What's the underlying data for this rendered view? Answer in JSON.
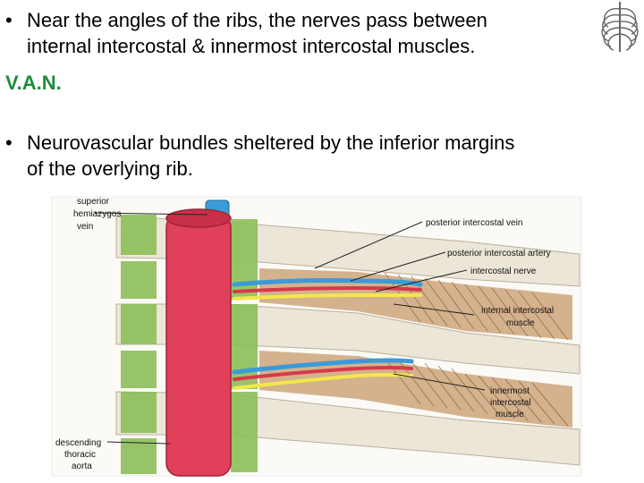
{
  "slide": {
    "bullet1": "Near the angles of the ribs, the nerves pass between internal intercostal & innermost intercostal muscles.",
    "bullet1_line1": "Near the angles of the ribs, the nerves pass between",
    "bullet1_line2": "internal intercostal & innermost intercostal muscles.",
    "van": "V.A.N.",
    "bullet2_line1": "Neurovascular bundles sheltered by the inferior margins",
    "bullet2_line2": "of the overlying rib.",
    "bullet_glyph": "•"
  },
  "diagram": {
    "labels": {
      "superior_hemiazygos": [
        "superior",
        "hemiazygos",
        "vein"
      ],
      "posterior_intercostal_vein": "posterior intercostal vein",
      "posterior_intercostal_artery": "posterior intercostal artery",
      "intercostal_nerve": "intercostal nerve",
      "internal_intercostal": [
        "internal intercostal",
        "muscle"
      ],
      "innermost_intercostal": [
        "innermost",
        "intercostal",
        "muscle"
      ],
      "descending_aorta": [
        "descending",
        "thoracic",
        "aorta"
      ]
    },
    "colors": {
      "vein": "#3a9bd8",
      "artery": "#d63a4a",
      "nerve": "#f2e84a",
      "aorta": "#e0405a",
      "muscle": "#b58a5c",
      "rib": "#ece6d8",
      "green_muscle": "#8dbf5a",
      "van_text": "#1e8c3a"
    },
    "icons": [
      "ribcage-thumbnail-icon"
    ]
  }
}
